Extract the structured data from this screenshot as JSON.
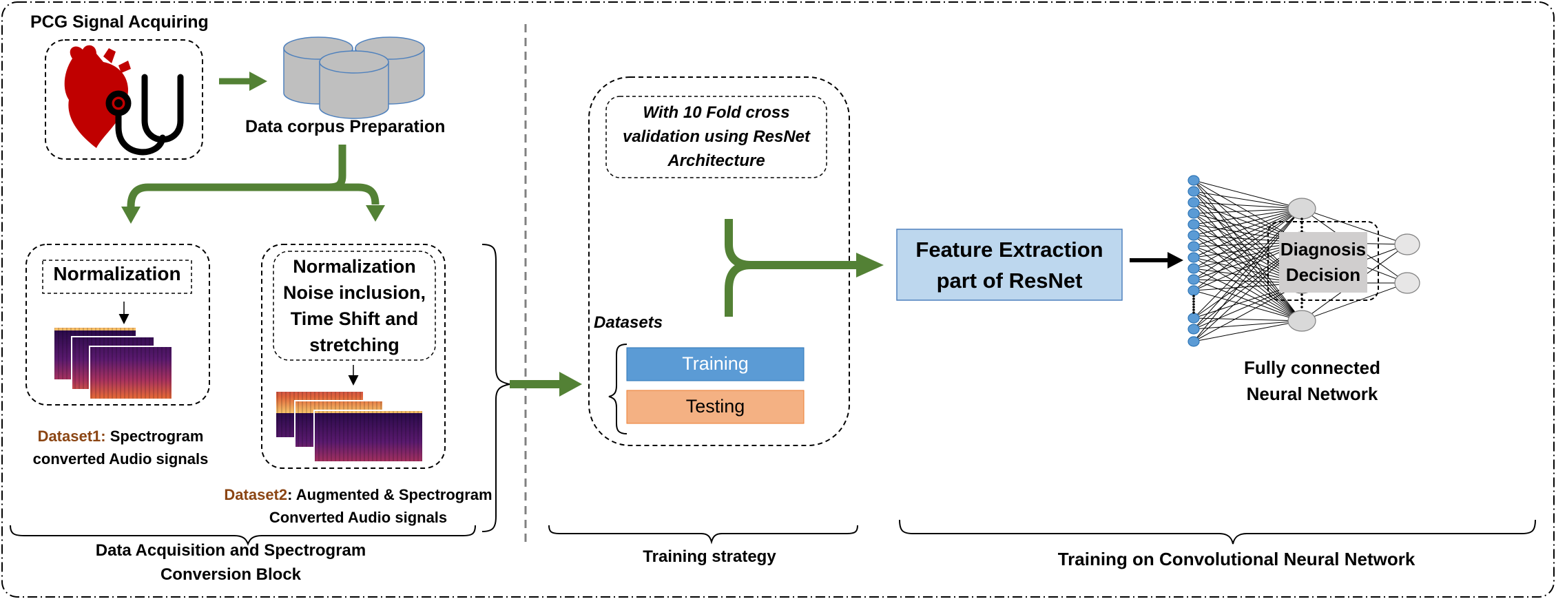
{
  "acquisition": {
    "pcg_title": "PCG Signal Acquiring",
    "corpus_label": "Data corpus Preparation",
    "dataset1_box_title": "Normalization",
    "dataset2_box_lines": [
      "Normalization",
      "Noise inclusion,",
      "Time Shift and",
      "stretching"
    ],
    "dataset1_caption": {
      "name": "Dataset1:",
      "line1_rest": " Spectrogram",
      "line2": "converted Audio signals"
    },
    "dataset2_caption": {
      "name": "Dataset2",
      "line1_rest": ": Augmented & Spectrogram",
      "line2": "Converted Audio signals"
    },
    "block_label_line1": "Data Acquisition and Spectrogram",
    "block_label_line2": "Conversion Block"
  },
  "training": {
    "crossval_lines": [
      "With 10 Fold cross",
      "validation using ResNet",
      "Architecture"
    ],
    "datasets_label": "Datasets",
    "training_label": "Training",
    "testing_label": "Testing",
    "block_label": "Training strategy"
  },
  "cnn": {
    "feature_line1": "Feature Extraction",
    "feature_line2": "part of ResNet",
    "fcnn_line1": "Fully connected",
    "fcnn_line2": "Neural Network",
    "diagnosis_line1": "Diagnosis",
    "diagnosis_line2": "Decision",
    "block_label": "Training on Convolutional Neural Network"
  },
  "colors": {
    "green_arrow": "#538135",
    "training_fill": "#5B9BD5",
    "testing_fill": "#F4B183",
    "feature_fill": "#BDD7EE",
    "diagnosis_fill": "#D0CECE",
    "cylinder_fill": "#BFBFBF",
    "input_node_fill": "#5B9BD5",
    "hidden_node_fill": "#D9D9D9",
    "heart_red": "#C00000",
    "dataset_name_color": "#8B4513"
  }
}
